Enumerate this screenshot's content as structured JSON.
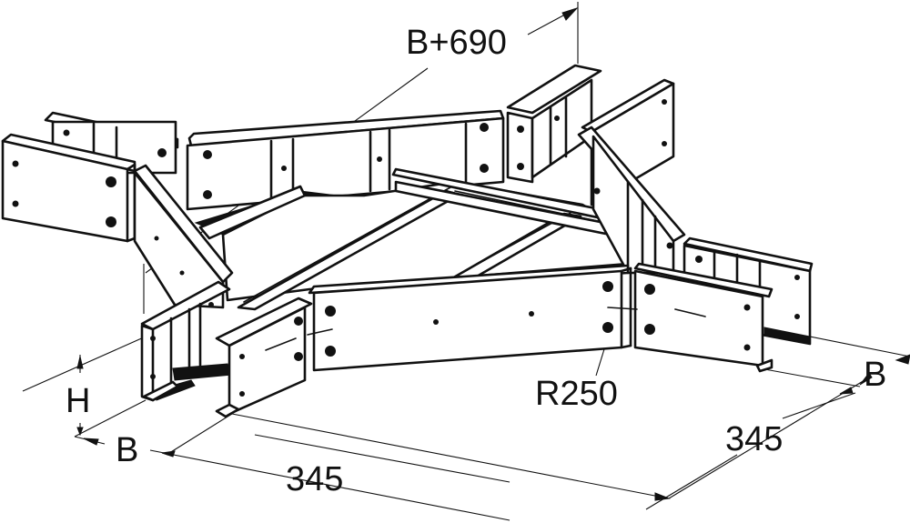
{
  "figure": {
    "subject": "Cable ladder cross fitting (4-way) isometric drawing",
    "line_color": "#111111",
    "background_color": "#ffffff"
  },
  "dimensions": {
    "overall_width": "B+690",
    "bend_radius": "R250",
    "height": "H",
    "width_left": "B",
    "width_right": "B",
    "length_front": "345",
    "length_right": "345"
  }
}
